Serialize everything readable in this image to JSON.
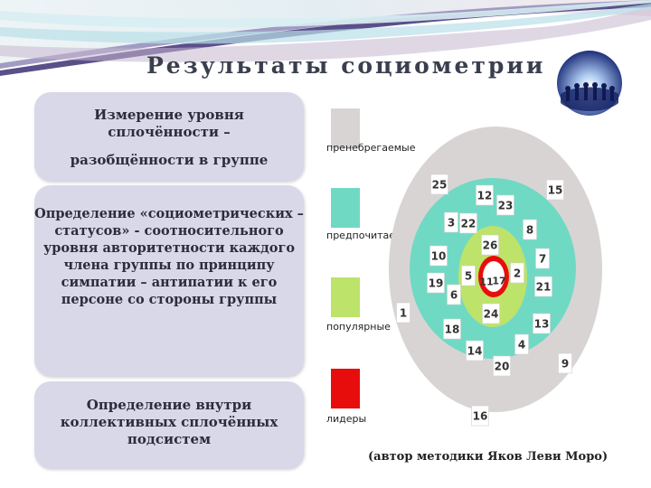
{
  "title": "Результаты социометрии",
  "cards": [
    {
      "lines": [
        "Измерение уровня",
        "сплочённости –",
        "разобщённости в группе"
      ]
    },
    {
      "text": "Определение «социометрических – статусов» - соотносительного уровня авторитетности каждого члена группы по принципу симпатии – антипатии к его персоне со стороны группы"
    },
    {
      "text": "Определение внутри коллективных сплочённых подсистем"
    }
  ],
  "legend": [
    {
      "label": "пренебрегаемые",
      "color": "#d9d4d4"
    },
    {
      "label": "предпочитаемые",
      "color": "#70d9c4"
    },
    {
      "label": "популярные",
      "color": "#bde36a"
    },
    {
      "label": "лидеры",
      "color": "#e80d0d"
    }
  ],
  "target": {
    "members": {
      "neglected": [
        "25",
        "15",
        "1",
        "9",
        "16"
      ],
      "preferred": [
        "12",
        "23",
        "3",
        "22",
        "8",
        "10",
        "7",
        "19",
        "6",
        "21",
        "18",
        "13",
        "14",
        "4",
        "20"
      ],
      "popular": [
        "26",
        "5",
        "2",
        "24"
      ],
      "leaders": [
        "11",
        "17"
      ]
    }
  },
  "author": "(автор  методики Яков Леви Моро)"
}
